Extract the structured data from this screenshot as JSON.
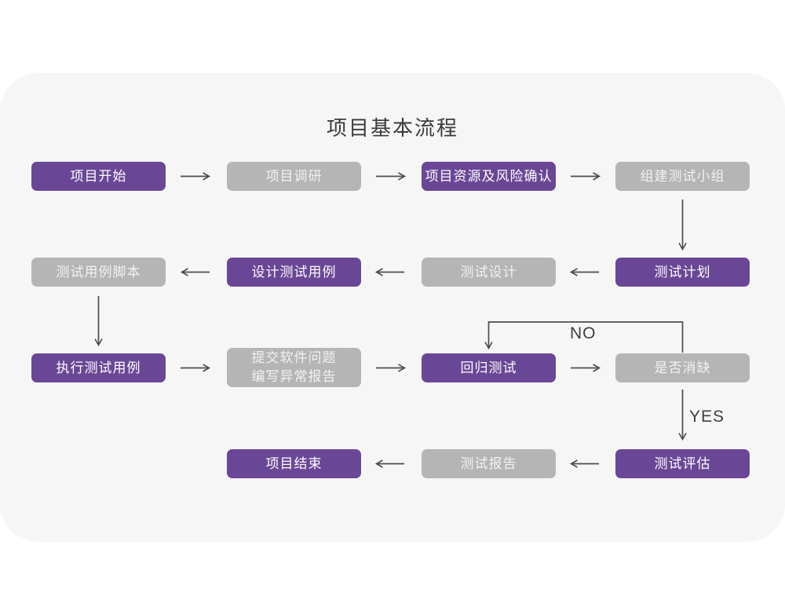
{
  "title": "项目基本流程",
  "colors": {
    "accent_purple": "#6a4796",
    "node_gray": "#b5b5b5",
    "card_background": "#f6f6f6",
    "page_background": "#ffffff",
    "arrow": "#4d4d4d",
    "title_text": "#3b3b3b"
  },
  "nodes": [
    {
      "id": "project-start",
      "label": "项目开始",
      "variant": "purple"
    },
    {
      "id": "project-research",
      "label": "项目调研",
      "variant": "gray"
    },
    {
      "id": "resource-risk-confirm",
      "label": "项目资源及风险确认",
      "variant": "purple"
    },
    {
      "id": "build-test-team",
      "label": "组建测试小组",
      "variant": "gray"
    },
    {
      "id": "test-plan",
      "label": "测试计划",
      "variant": "purple"
    },
    {
      "id": "test-design",
      "label": "测试设计",
      "variant": "gray"
    },
    {
      "id": "design-test-cases",
      "label": "设计测试用例",
      "variant": "purple"
    },
    {
      "id": "test-case-script",
      "label": "测试用例脚本",
      "variant": "gray"
    },
    {
      "id": "execute-test-cases",
      "label": "执行测试用例",
      "variant": "purple"
    },
    {
      "id": "submit-issue-report",
      "label": "提交软件问题\n编写异常报告",
      "variant": "gray"
    },
    {
      "id": "regression-test",
      "label": "回归测试",
      "variant": "purple"
    },
    {
      "id": "defect-cleared",
      "label": "是否消缺",
      "variant": "gray"
    },
    {
      "id": "test-evaluation",
      "label": "测试评估",
      "variant": "purple"
    },
    {
      "id": "test-report",
      "label": "测试报告",
      "variant": "gray"
    },
    {
      "id": "project-end",
      "label": "项目结束",
      "variant": "purple"
    }
  ],
  "edge_labels": {
    "no": "NO",
    "yes": "YES"
  }
}
